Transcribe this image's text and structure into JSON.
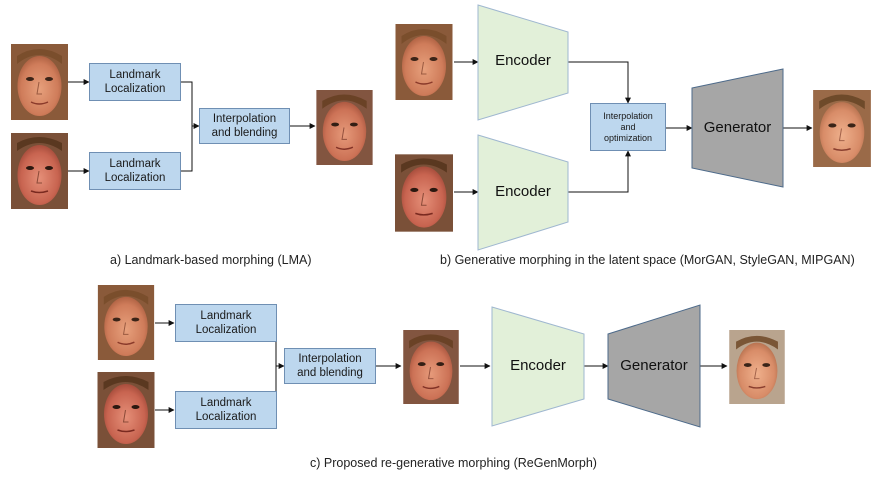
{
  "colors": {
    "box_fill": "#bdd7ee",
    "box_border": "#6f8fb3",
    "encoder_fill": "#e2f0d9",
    "encoder_border": "#9fb7d0",
    "generator_fill": "#a6a6a6",
    "generator_border": "#4d6a8a",
    "arrow": "#111111"
  },
  "panel_a": {
    "landmark_top": "Landmark\nLocalization",
    "landmark_bottom": "Landmark\nLocalization",
    "interp": "Interpolation\nand blending",
    "caption": "a) Landmark-based morphing (LMA)"
  },
  "panel_b": {
    "encoder_top": "Encoder",
    "encoder_bottom": "Encoder",
    "interp": "Interpolation\nand\noptimization",
    "generator": "Generator",
    "caption": "b) Generative morphing in the latent space (MorGAN, StyleGAN, MIPGAN)"
  },
  "panel_c": {
    "landmark_top": "Landmark\nLocalization",
    "landmark_bottom": "Landmark\nLocalization",
    "interp": "Interpolation\nand blending",
    "encoder": "Encoder",
    "generator": "Generator",
    "caption": "c) Proposed re-generative morphing (ReGenMorph)"
  }
}
